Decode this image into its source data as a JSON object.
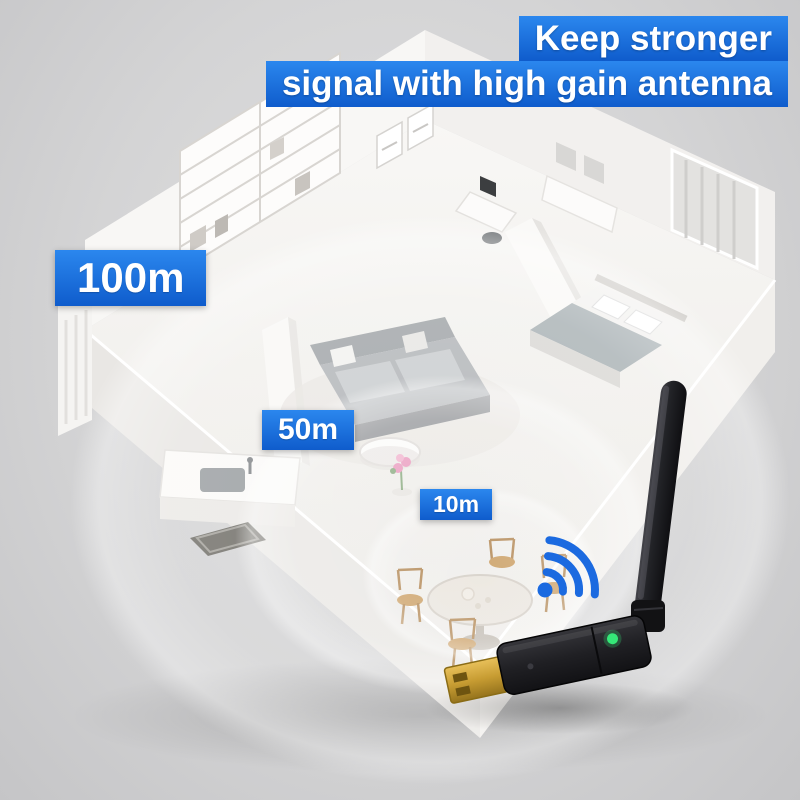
{
  "banner": {
    "line1": "Keep stronger",
    "line2": "signal with high gain antenna"
  },
  "range_labels": [
    {
      "label": "100m"
    },
    {
      "label": "50m"
    },
    {
      "label": "10m"
    }
  ],
  "icons": {
    "wifi": "wifi-signal-icon"
  },
  "colors": {
    "banner_blue_top": "#2b87ee",
    "banner_blue_bottom": "#0f5ccc",
    "wifi_blue": "#1b6ae0",
    "led_green": "#35e878",
    "gold": "#d2a63e",
    "background_gray": "#d2d2d3"
  }
}
